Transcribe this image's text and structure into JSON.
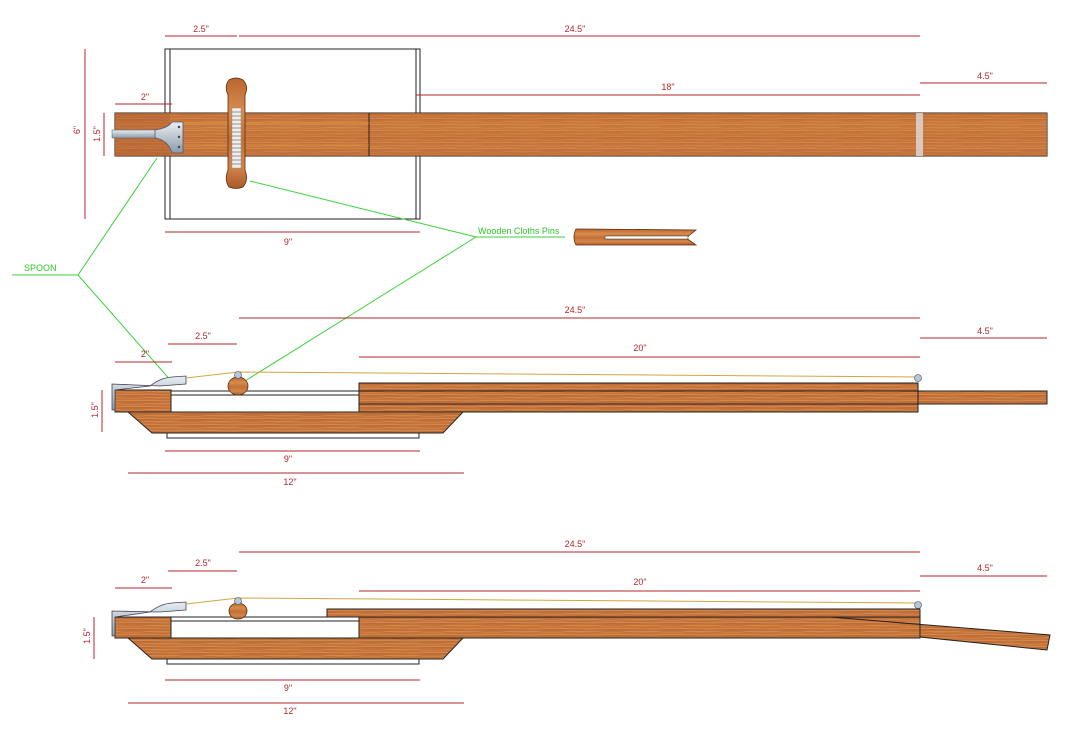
{
  "callouts": {
    "spoon": "SPOON",
    "clothes_pins": "Wooden Cloths Pins"
  },
  "colors": {
    "wood": "#c4713a",
    "dimension": "#b5262a",
    "leader": "#3ad23a",
    "string": "#d4a640"
  },
  "top_view": {
    "dims": {
      "head_gap": "2.5\"",
      "neck_length": "24.5\"",
      "inside_length": "18\"",
      "headstock": "4.5\"",
      "block": "2\"",
      "neck_width": "1.5\"",
      "box_width": "6\"",
      "box_length": "9\""
    }
  },
  "side_view_1": {
    "dims": {
      "neck_length": "24.5\"",
      "headstock": "4.5\"",
      "fretboard": "20\"",
      "head_gap": "2.5\"",
      "block": "2\"",
      "height": "1.5\"",
      "box_length": "9\"",
      "lid_length": "12\""
    }
  },
  "side_view_2": {
    "dims": {
      "neck_length": "24.5\"",
      "headstock": "4.5\"",
      "fretboard": "20\"",
      "head_gap": "2.5\"",
      "block": "2\"",
      "height": "1.5\"",
      "box_length": "9\"",
      "lid_length": "12\""
    }
  }
}
